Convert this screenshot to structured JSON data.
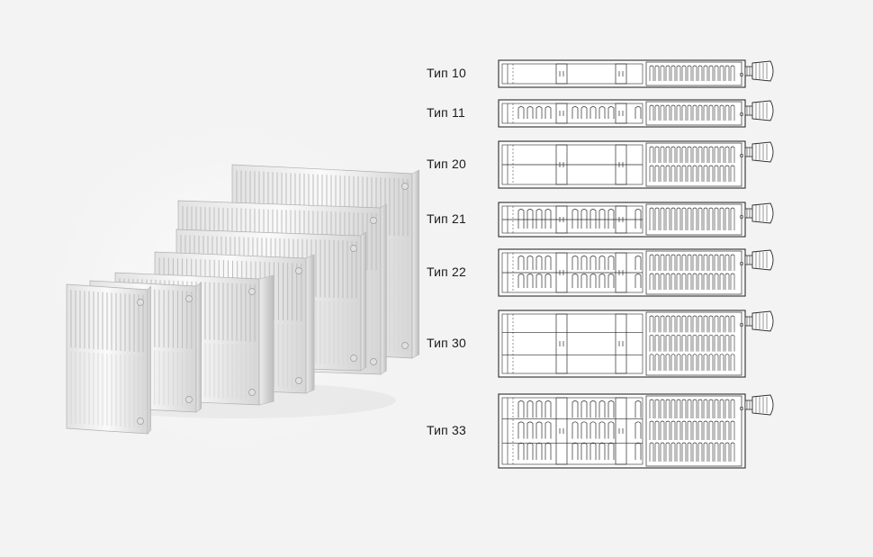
{
  "types": [
    {
      "label": "Тип 10",
      "panels": 1,
      "fins": 0
    },
    {
      "label": "Тип 11",
      "panels": 1,
      "fins": 1
    },
    {
      "label": "Тип 20",
      "panels": 2,
      "fins": 0
    },
    {
      "label": "Тип 21",
      "panels": 2,
      "fins": 1
    },
    {
      "label": "Тип 22",
      "panels": 2,
      "fins": 2
    },
    {
      "label": "Тип 30",
      "panels": 3,
      "fins": 0
    },
    {
      "label": "Тип 33",
      "panels": 3,
      "fins": 3
    }
  ],
  "colors": {
    "background": "#f3f3f3",
    "line": "#2a2a2a",
    "radiator_light": "#f6f6f6",
    "radiator_shade": "#c9c9c9"
  }
}
